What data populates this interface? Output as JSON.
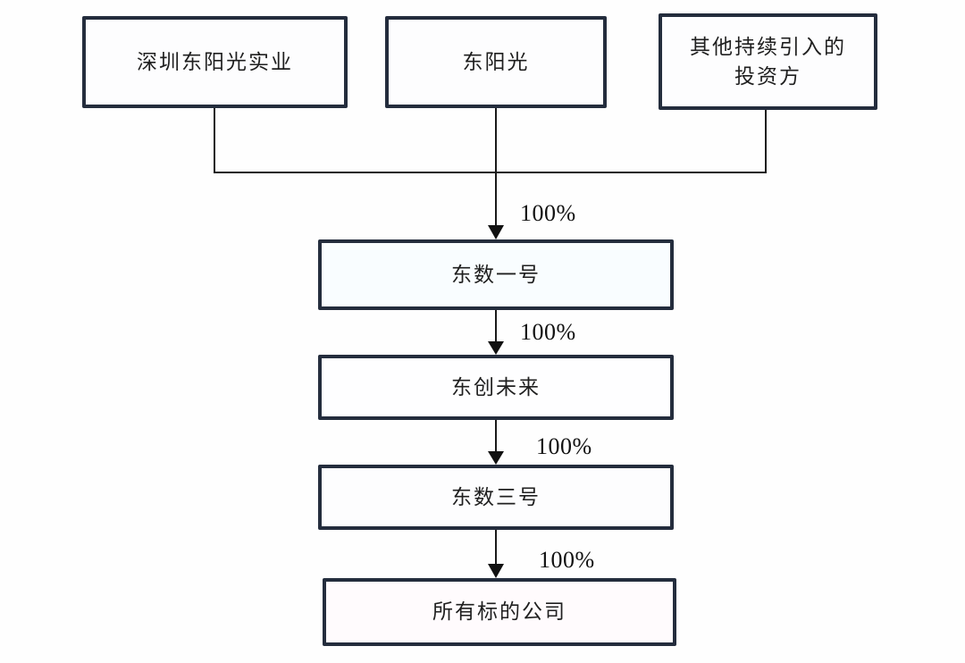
{
  "diagram": {
    "title": "equity-ownership-structure",
    "nodes": [
      {
        "id": "shenzhen-dongyangguang",
        "label": "深圳东阳光实业"
      },
      {
        "id": "dongyangguang",
        "label": "东阳光"
      },
      {
        "id": "other-investors",
        "label": "其他持续引入的\n投资方"
      },
      {
        "id": "dongshu-no1",
        "label": "东数一号"
      },
      {
        "id": "dongchuang-weilai",
        "label": "东创未来"
      },
      {
        "id": "dongshu-no3",
        "label": "东数三号"
      },
      {
        "id": "all-target-companies",
        "label": "所有标的公司"
      }
    ],
    "edges": [
      {
        "from": "top-row-parents",
        "to": "dongshu-no1",
        "label": "100%"
      },
      {
        "from": "dongshu-no1",
        "to": "dongchuang-weilai",
        "label": "100%"
      },
      {
        "from": "dongchuang-weilai",
        "to": "dongshu-no3",
        "label": "100%"
      },
      {
        "from": "dongshu-no3",
        "to": "all-target-companies",
        "label": "100%"
      }
    ],
    "colors": {
      "box_border": "#242d3d",
      "connector_line": "#1a1a1a",
      "text": "#1f1f1f",
      "background": "#fefefe",
      "fill_default": "#fdfdfe",
      "fill_dongshu_no1": "#f9fdff",
      "fill_all_target_companies": "#fffbfd"
    }
  }
}
